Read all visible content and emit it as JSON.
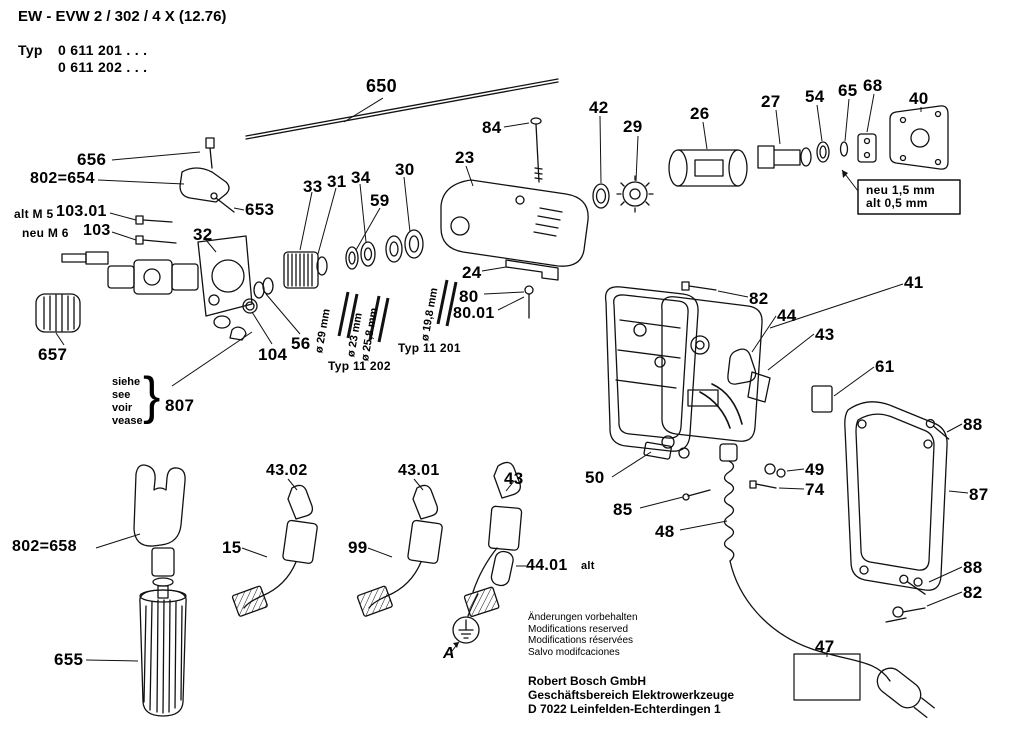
{
  "header": {
    "model": "EW - EVW 2 / 302 / 4 X (12.76)",
    "typ_label": "Typ",
    "typ_numbers": [
      "0 611 201  . . .",
      "0 611 202  . . ."
    ]
  },
  "parts": {
    "p650": "650",
    "p656": "656",
    "p802_654": "802=654",
    "p653": "653",
    "p103_01": "103.01",
    "p103": "103",
    "p32": "32",
    "p33": "33",
    "p31": "31",
    "p34": "34",
    "p59": "59",
    "p30": "30",
    "p23": "23",
    "p84": "84",
    "p42": "42",
    "p29": "29",
    "p26": "26",
    "p27": "27",
    "p54": "54",
    "p65": "65",
    "p68": "68",
    "p40": "40",
    "p24": "24",
    "p80": "80",
    "p80_01": "80.01",
    "p82": "82",
    "p44": "44",
    "p43": "43",
    "p41": "41",
    "p61": "61",
    "p88": "88",
    "p87": "87",
    "p49": "49",
    "p74": "74",
    "p85": "85",
    "p48": "48",
    "p50": "50",
    "p47": "47",
    "p657": "657",
    "p104": "104",
    "p56": "56",
    "p807": "807",
    "p43_02": "43.02",
    "p43_01": "43.01",
    "p15": "15",
    "p99": "99",
    "p44_01": "44.01",
    "p802_658": "802=658",
    "p655": "655"
  },
  "annotations": {
    "alt_m5": "alt M 5",
    "neu_m6": "neu M 6",
    "gap_neu": "neu 1,5 mm",
    "gap_alt": "alt  0,5 mm",
    "dia_29": "ø 29 mm",
    "dia_23": "ø 23 mm",
    "dia_25_8": "ø 25,8 mm",
    "dia_19_8": "ø 19,8 mm",
    "typ_11_202": "Typ 11 202",
    "typ_11_201": "Typ 11 201",
    "siehe": [
      "siehe",
      "see",
      "voir",
      "vease"
    ],
    "brace": "}",
    "alt_suffix": "alt",
    "a_mark": "A"
  },
  "footer": {
    "modifications": [
      "Änderungen vorbehalten",
      "Modifications reserved",
      "Modifications réservées",
      "Salvo modifcaciones"
    ],
    "company": [
      "Robert Bosch GmbH",
      "Geschäftsbereich Elektrowerkzeuge",
      "D 7022 Leinfelden-Echterdingen 1"
    ]
  }
}
